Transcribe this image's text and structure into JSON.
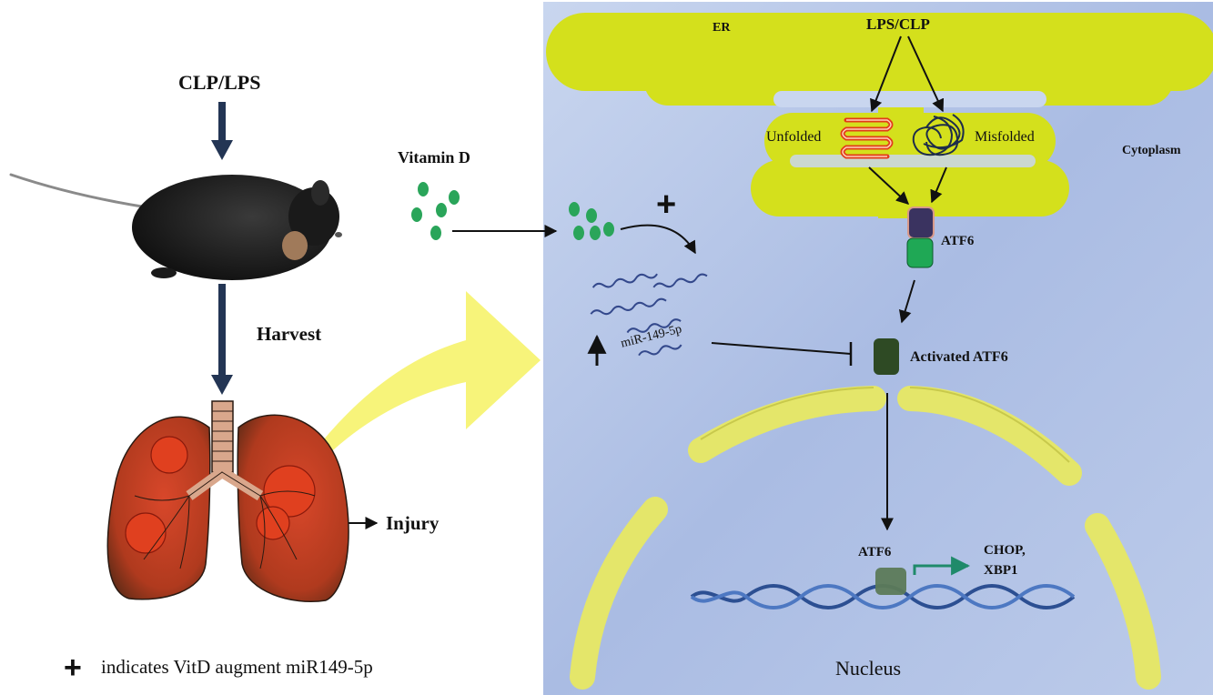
{
  "labels": {
    "clp_lps": "CLP/LPS",
    "harvest": "Harvest",
    "injury": "Injury",
    "vitamin_d": "Vitamin D",
    "er": "ER",
    "lps_clp": "LPS/CLP",
    "unfolded": "Unfolded",
    "misfolded": "Misfolded",
    "cytoplasm": "Cytoplasm",
    "atf6_membrane": "ATF6",
    "activated_atf6": "Activated ATF6",
    "mir": "miR-149-5p",
    "atf6_dna": "ATF6",
    "chop": "CHOP,",
    "xbp1": "XBP1",
    "nucleus": "Nucleus",
    "plus_symbol": "+",
    "caption": "indicates VitD augment miR149-5p"
  },
  "colors": {
    "cell_bg": "#b3c3e6",
    "er": "#d4e01c",
    "nucleus_envelope": "#e4e66a",
    "vitamin_d": "#2aa55a",
    "arrow_dark": "#233554",
    "big_arrow": "#f7f47a",
    "lung": "#c23a1c",
    "mirna": "#34498c",
    "dna": "#2c4f92",
    "atf6_active": "#2e4a24"
  }
}
